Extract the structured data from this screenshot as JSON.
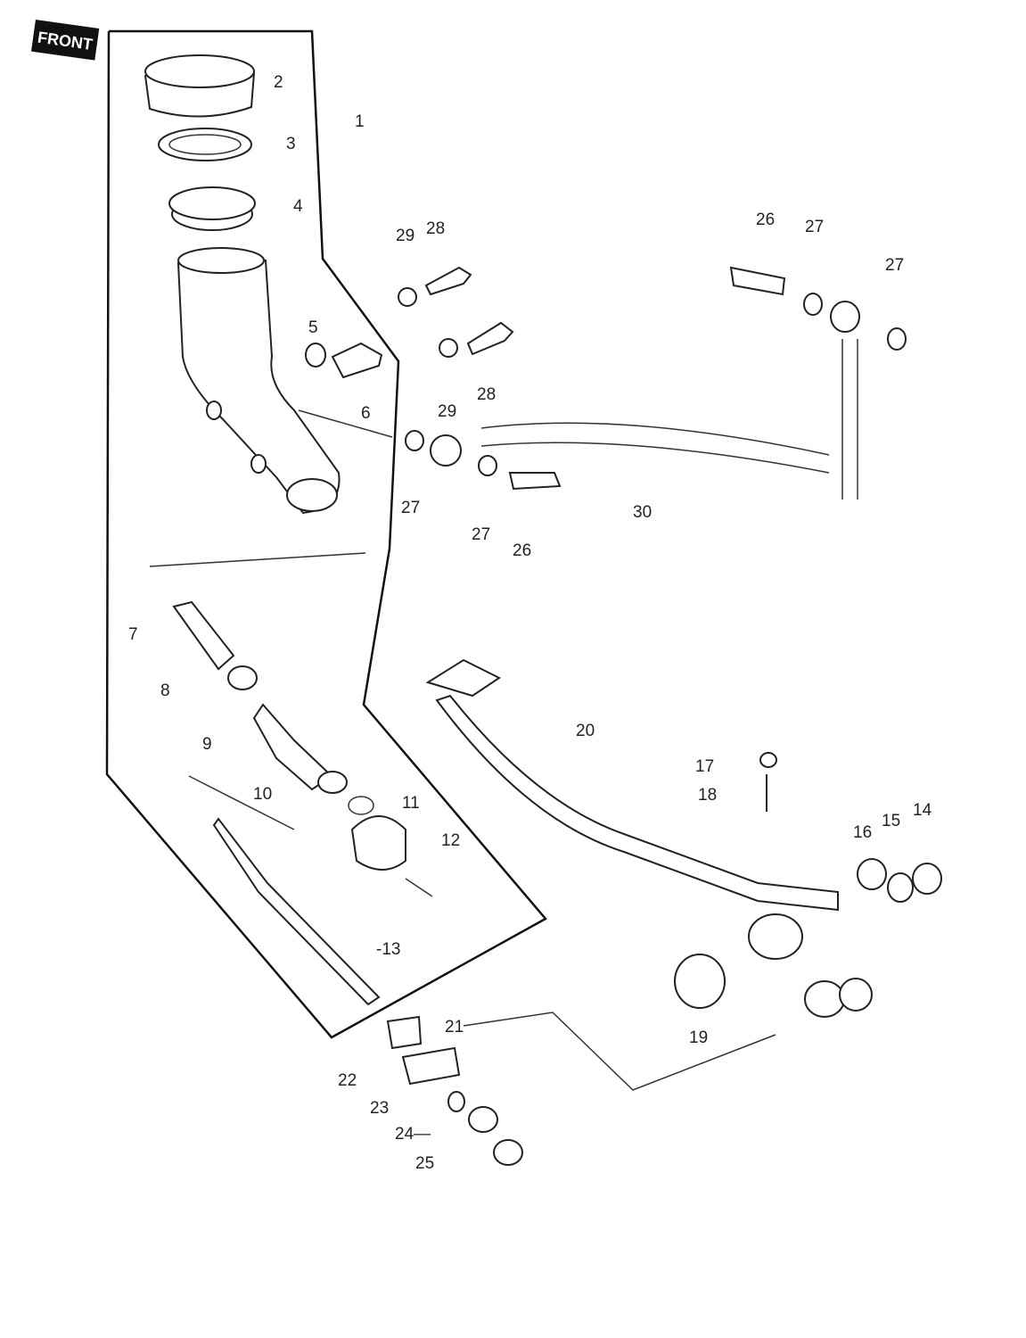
{
  "diagram": {
    "front_badge": "FRONT",
    "callouts": [
      "1",
      "2",
      "3",
      "4",
      "5",
      "6",
      "7",
      "8",
      "9",
      "10",
      "11",
      "12",
      "13",
      "14",
      "15",
      "16",
      "17",
      "18",
      "19",
      "20",
      "21",
      "22",
      "23",
      "24",
      "25",
      "26",
      "27",
      "28",
      "29",
      "30"
    ],
    "labels": {
      "l1": "1",
      "l2": "2",
      "l3": "3",
      "l4": "4",
      "l5": "5",
      "l6": "6",
      "l7": "7",
      "l8": "8",
      "l9": "9",
      "l10": "10",
      "l11": "11",
      "l12": "12",
      "l13": "-13",
      "l14": "14",
      "l15": "15",
      "l16": "16",
      "l17": "17",
      "l18": "18",
      "l19": "19",
      "l20": "20",
      "l21": "21",
      "l22": "22",
      "l23": "23",
      "l24": "24—",
      "l25": "25",
      "l26a": "26",
      "l26b": "26",
      "l27a": "27",
      "l27b": "27",
      "l27c": "27",
      "l27d": "27",
      "l28a": "28",
      "l28b": "28",
      "l29a": "29",
      "l29b": "29",
      "l30": "30"
    }
  }
}
